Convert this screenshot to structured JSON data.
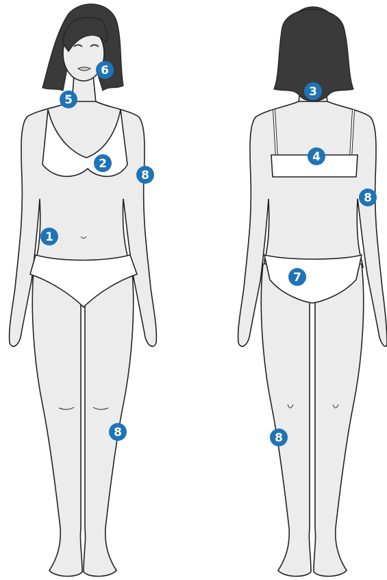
{
  "colors": {
    "skin": "#ececec",
    "skin_shadow": "#d9d9d9",
    "outline": "#222222",
    "hair": "#3a3a3a",
    "hair_highlight": "#6b6b6b",
    "underwear": "#ffffff",
    "marker_fill": "#1f73b7",
    "marker_text": "#ffffff"
  },
  "figures": {
    "front": {
      "view": "front"
    },
    "back": {
      "view": "back"
    }
  },
  "markers": [
    {
      "id": "m1",
      "label": "1",
      "region": "abdomen",
      "view": "front"
    },
    {
      "id": "m2",
      "label": "2",
      "region": "chest",
      "view": "front"
    },
    {
      "id": "m5",
      "label": "5",
      "region": "neck",
      "view": "front"
    },
    {
      "id": "m6",
      "label": "6",
      "region": "face",
      "view": "front"
    },
    {
      "id": "m8a",
      "label": "8",
      "region": "right-arm",
      "view": "front"
    },
    {
      "id": "m8b",
      "label": "8",
      "region": "left-knee",
      "view": "front"
    },
    {
      "id": "m3",
      "label": "3",
      "region": "nape",
      "view": "back"
    },
    {
      "id": "m4",
      "label": "4",
      "region": "upper-back",
      "view": "back"
    },
    {
      "id": "m7",
      "label": "7",
      "region": "buttocks",
      "view": "back"
    },
    {
      "id": "m8c",
      "label": "8",
      "region": "right-arm",
      "view": "back"
    },
    {
      "id": "m8d",
      "label": "8",
      "region": "left-calf",
      "view": "back"
    }
  ]
}
